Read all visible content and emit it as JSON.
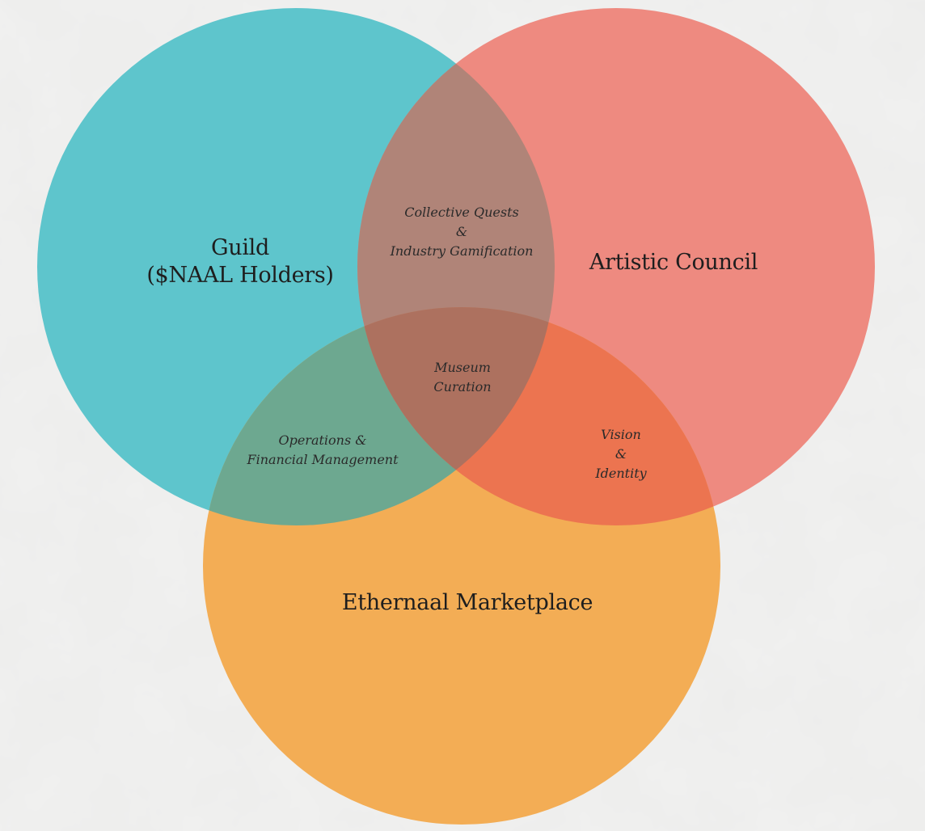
{
  "colors": {
    "background": "#f1f1f0",
    "guild": "#5ec5cc",
    "artistic_council": "#ee8a80",
    "marketplace": "#f3ad55",
    "guild_council_overlap": "#b08478",
    "guild_marketplace_overlap": "#6da890",
    "council_marketplace_overlap": "#ec7450",
    "center_overlap": "#ad715f"
  },
  "sets": {
    "guild": {
      "lines": [
        "Guild",
        "($NAAL Holders)"
      ]
    },
    "artistic_council": {
      "lines": [
        "Artistic Council"
      ]
    },
    "marketplace": {
      "lines": [
        "Ethernaal Marketplace"
      ]
    }
  },
  "intersections": {
    "guild_council": {
      "lines": [
        "Collective Quests",
        "&",
        "Industry Gamification"
      ]
    },
    "guild_marketplace": {
      "lines": [
        "Operations &",
        "Financial Management"
      ]
    },
    "council_marketplace": {
      "lines": [
        "Vision",
        "&",
        "Identity"
      ]
    },
    "all_three": {
      "lines": [
        "Museum",
        "Curation"
      ]
    }
  }
}
